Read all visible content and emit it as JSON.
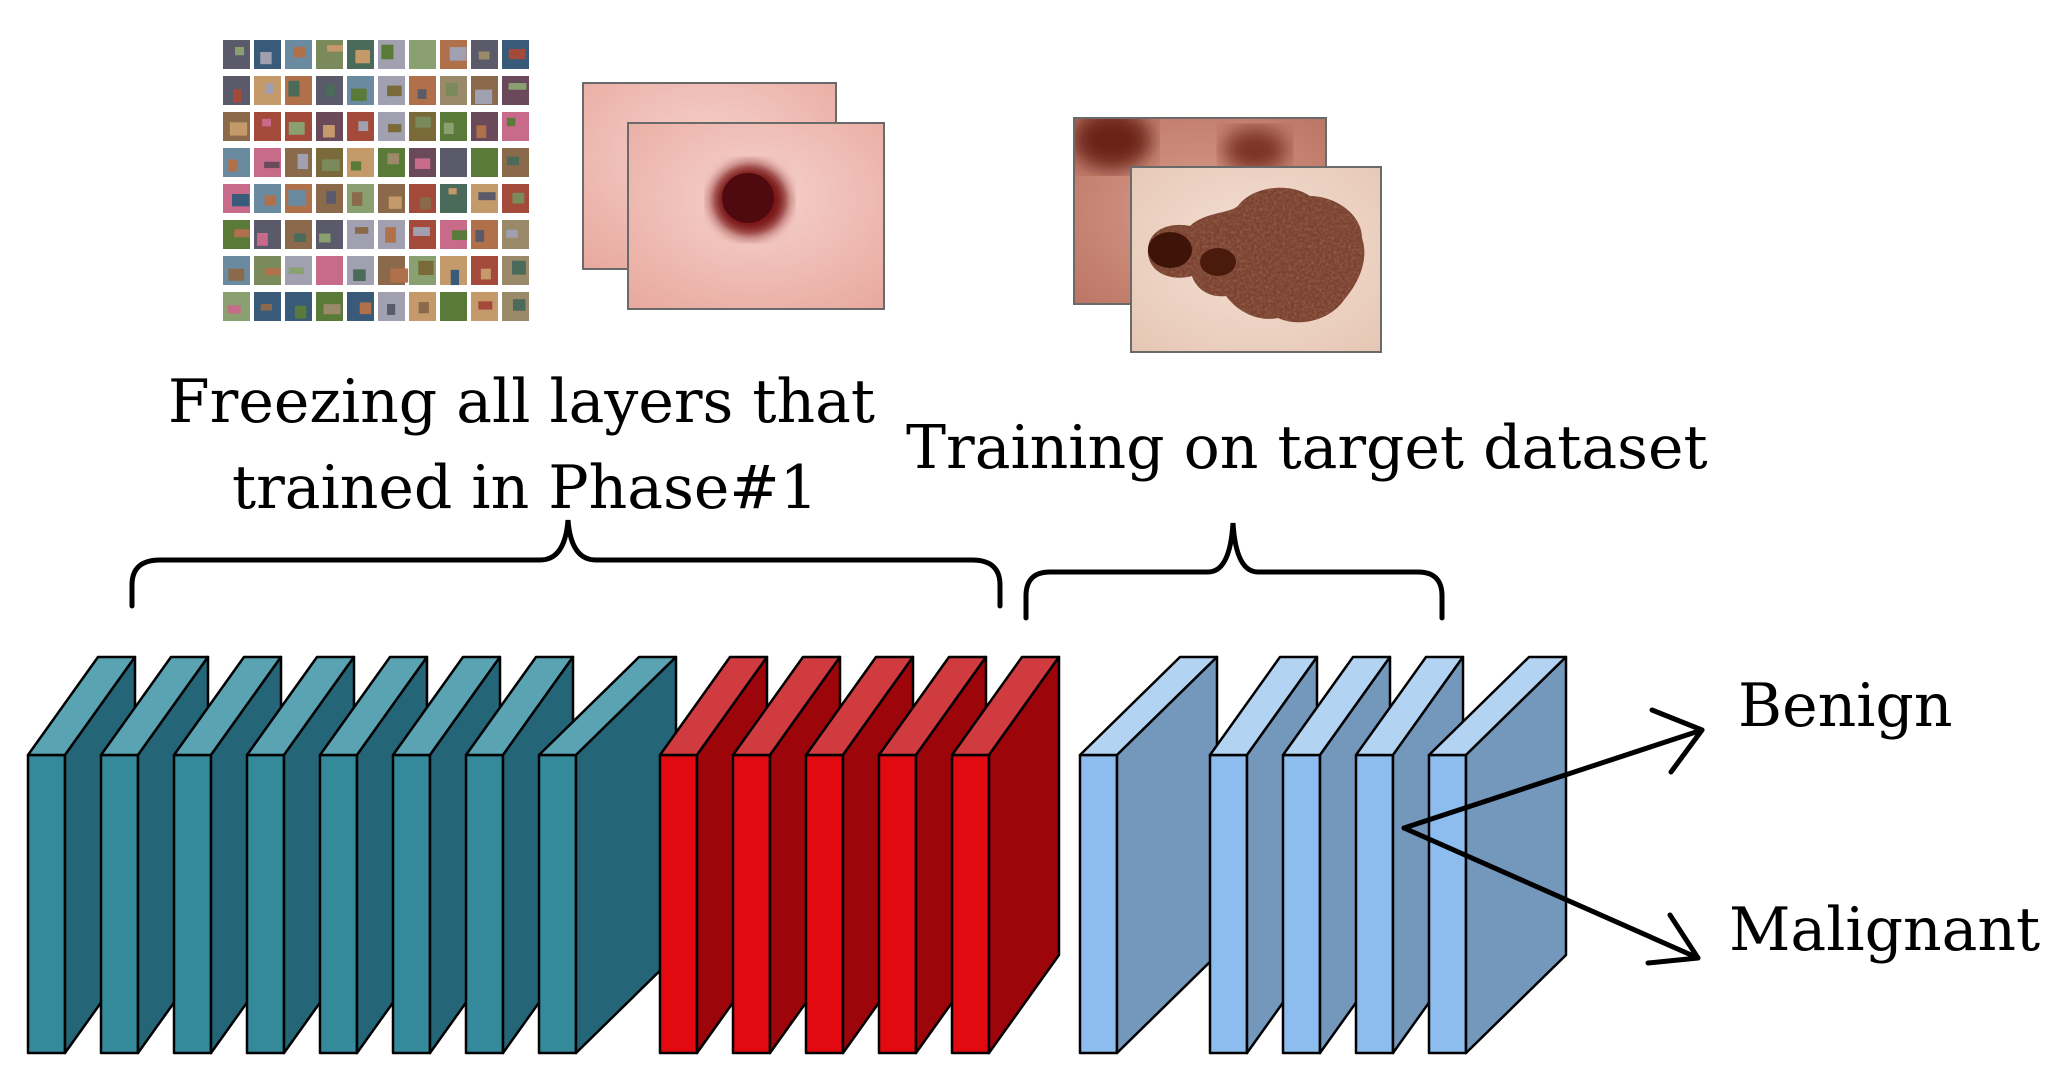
{
  "diagram": {
    "labels": {
      "freeze_line1": "Freezing all layers that",
      "freeze_line2": "trained in Phase#1",
      "training": "Training on target dataset",
      "benign": "Benign",
      "malignant": "Malignant"
    },
    "layer_groups": [
      {
        "name": "frozen-phase1",
        "count": 8,
        "front": "#348a9b",
        "side": "#246678",
        "top": "#5aa3b2"
      },
      {
        "name": "frozen-red",
        "count": 5,
        "front": "#e20a10",
        "side": "#9c050a",
        "top": "#cf3b3e"
      },
      {
        "name": "trainable",
        "count": 5,
        "front": "#8dbdee",
        "side": "#7497bc",
        "top": "#b3d3f3"
      }
    ]
  }
}
